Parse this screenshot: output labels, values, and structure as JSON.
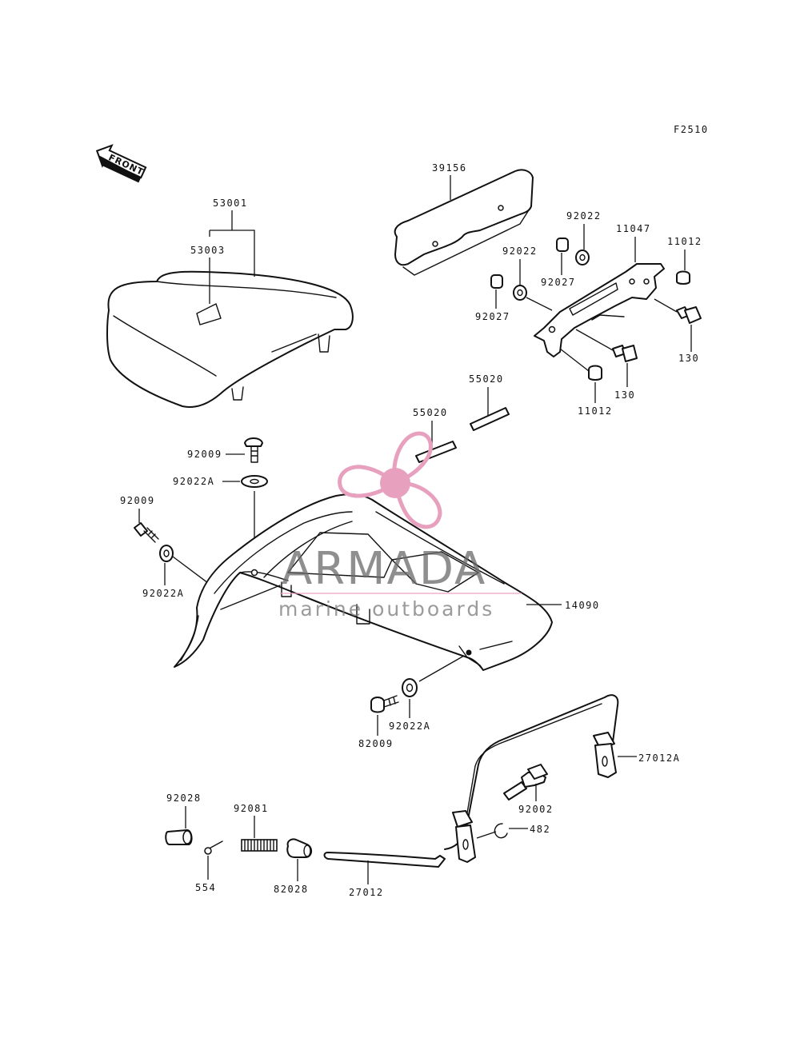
{
  "figure_code": "F2510",
  "front_label": "FRONT",
  "watermark": {
    "brand": "ARMADA",
    "tagline": "marine outboards",
    "accent": "#e8a0bf"
  },
  "callouts": [
    "53001",
    "53003",
    "39156",
    "92022",
    "92022",
    "11047",
    "11012",
    "92027",
    "92027",
    "130",
    "130",
    "11012",
    "55020",
    "55020",
    "92009",
    "92022A",
    "92009",
    "92022A",
    "14090",
    "82009",
    "92022A",
    "27012A",
    "92002",
    "482",
    "92028",
    "92081",
    "554",
    "82028",
    "27012"
  ]
}
